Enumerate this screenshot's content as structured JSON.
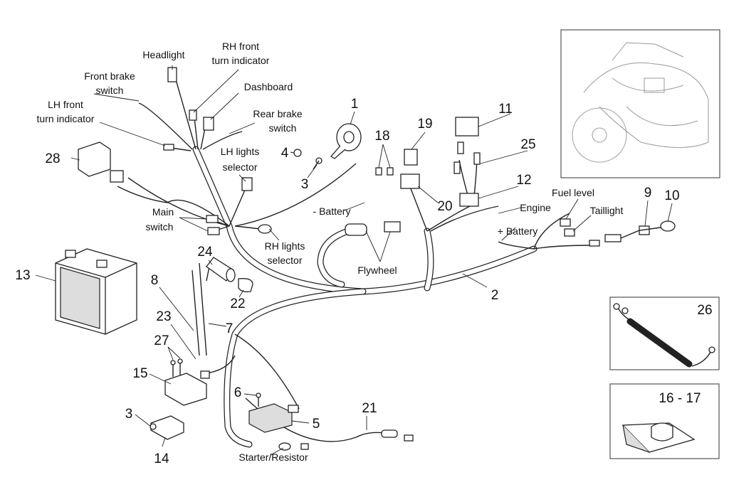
{
  "labels": {
    "headlight": "Headlight",
    "rh_front_1": "RH front",
    "rh_front_2": "turn indicator",
    "front_brake_1": "Front brake",
    "front_brake_2": "switch",
    "dashboard": "Dashboard",
    "lh_front_1": "LH front",
    "lh_front_2": "turn indicator",
    "rear_brake_1": "Rear brake",
    "rear_brake_2": "switch",
    "lh_lights_1": "LH lights",
    "lh_lights_2": "selector",
    "main_switch_1": "Main",
    "main_switch_2": "switch",
    "rh_lights_1": "RH lights",
    "rh_lights_2": "selector",
    "minus_battery": "- Battery",
    "plus_battery": "+ Battery",
    "flywheel": "Flywheel",
    "engine": "Engine",
    "fuel_level": "Fuel level",
    "taillight": "Taillight",
    "starter_resistor": "Starter/Resistor"
  },
  "part_numbers": {
    "p1": "1",
    "p2": "2",
    "p3a": "3",
    "p3b": "3",
    "p4": "4",
    "p5": "5",
    "p6": "6",
    "p7": "7",
    "p8": "8",
    "p9": "9",
    "p10": "10",
    "p11": "11",
    "p12": "12",
    "p13": "13",
    "p14": "14",
    "p15": "15",
    "p16_17": "16 - 17",
    "p18": "18",
    "p19": "19",
    "p20": "20",
    "p21": "21",
    "p22": "22",
    "p23": "23",
    "p24": "24",
    "p25": "25",
    "p26": "26",
    "p27": "27",
    "p28": "28"
  }
}
